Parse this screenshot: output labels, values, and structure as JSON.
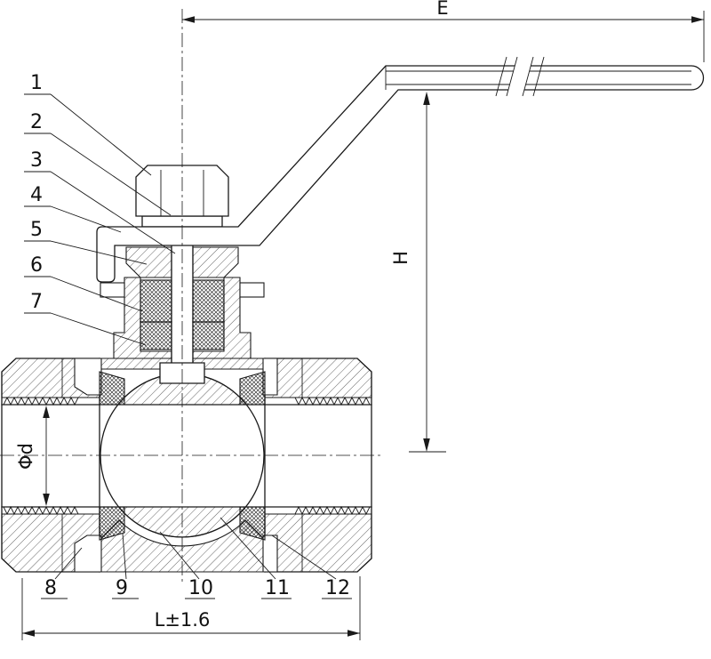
{
  "drawing": {
    "callouts": {
      "left": [
        "1",
        "2",
        "3",
        "4",
        "5",
        "6",
        "7"
      ],
      "bottom": [
        "8",
        "9",
        "10",
        "11",
        "12"
      ]
    },
    "dimensions": {
      "top_width": "E",
      "height": "H",
      "bore": "Φd",
      "length": "L±1.6"
    },
    "colors": {
      "line": "#1a1a1a",
      "background": "#ffffff"
    }
  }
}
